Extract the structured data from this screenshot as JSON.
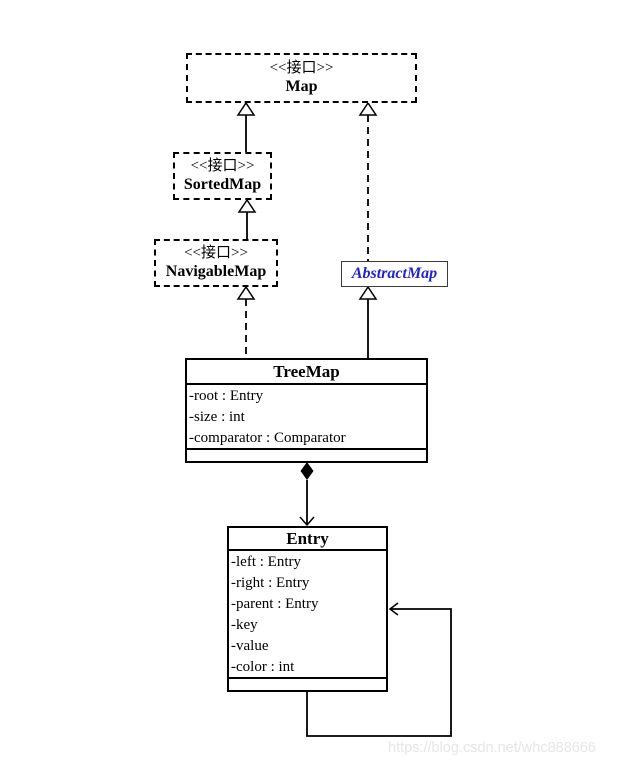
{
  "classes": {
    "map": {
      "stereotype": "<<接口>>",
      "name": "Map"
    },
    "sorted_map": {
      "stereotype": "<<接口>>",
      "name": "SortedMap"
    },
    "navigable_map": {
      "stereotype": "<<接口>>",
      "name": "NavigableMap"
    },
    "abstract_map": {
      "name": "AbstractMap"
    },
    "tree_map": {
      "name": "TreeMap",
      "attributes": [
        "-root : Entry",
        "-size : int",
        "-comparator : Comparator"
      ]
    },
    "entry": {
      "name": "Entry",
      "attributes": [
        "-left : Entry",
        "-right : Entry",
        "-parent : Entry",
        "-key",
        "-value",
        "-color : int"
      ]
    }
  },
  "relationships": [
    {
      "from": "SortedMap",
      "to": "Map",
      "type": "generalization-solid"
    },
    {
      "from": "AbstractMap",
      "to": "Map",
      "type": "realization-dashed"
    },
    {
      "from": "NavigableMap",
      "to": "SortedMap",
      "type": "generalization-solid"
    },
    {
      "from": "TreeMap",
      "to": "NavigableMap",
      "type": "realization-dashed"
    },
    {
      "from": "TreeMap",
      "to": "AbstractMap",
      "type": "generalization-solid"
    },
    {
      "from": "TreeMap",
      "to": "Entry",
      "type": "composition-diamond-arrow"
    },
    {
      "from": "Entry",
      "to": "Entry",
      "type": "self-association-arrow"
    }
  ],
  "colors": {
    "line": "#000000",
    "abstract_map_text": "#2323cb",
    "watermark_text": "#e7e5e5",
    "background": "#ffffff"
  },
  "watermark": {
    "text": "https://blog.csdn.net/whc888666"
  }
}
